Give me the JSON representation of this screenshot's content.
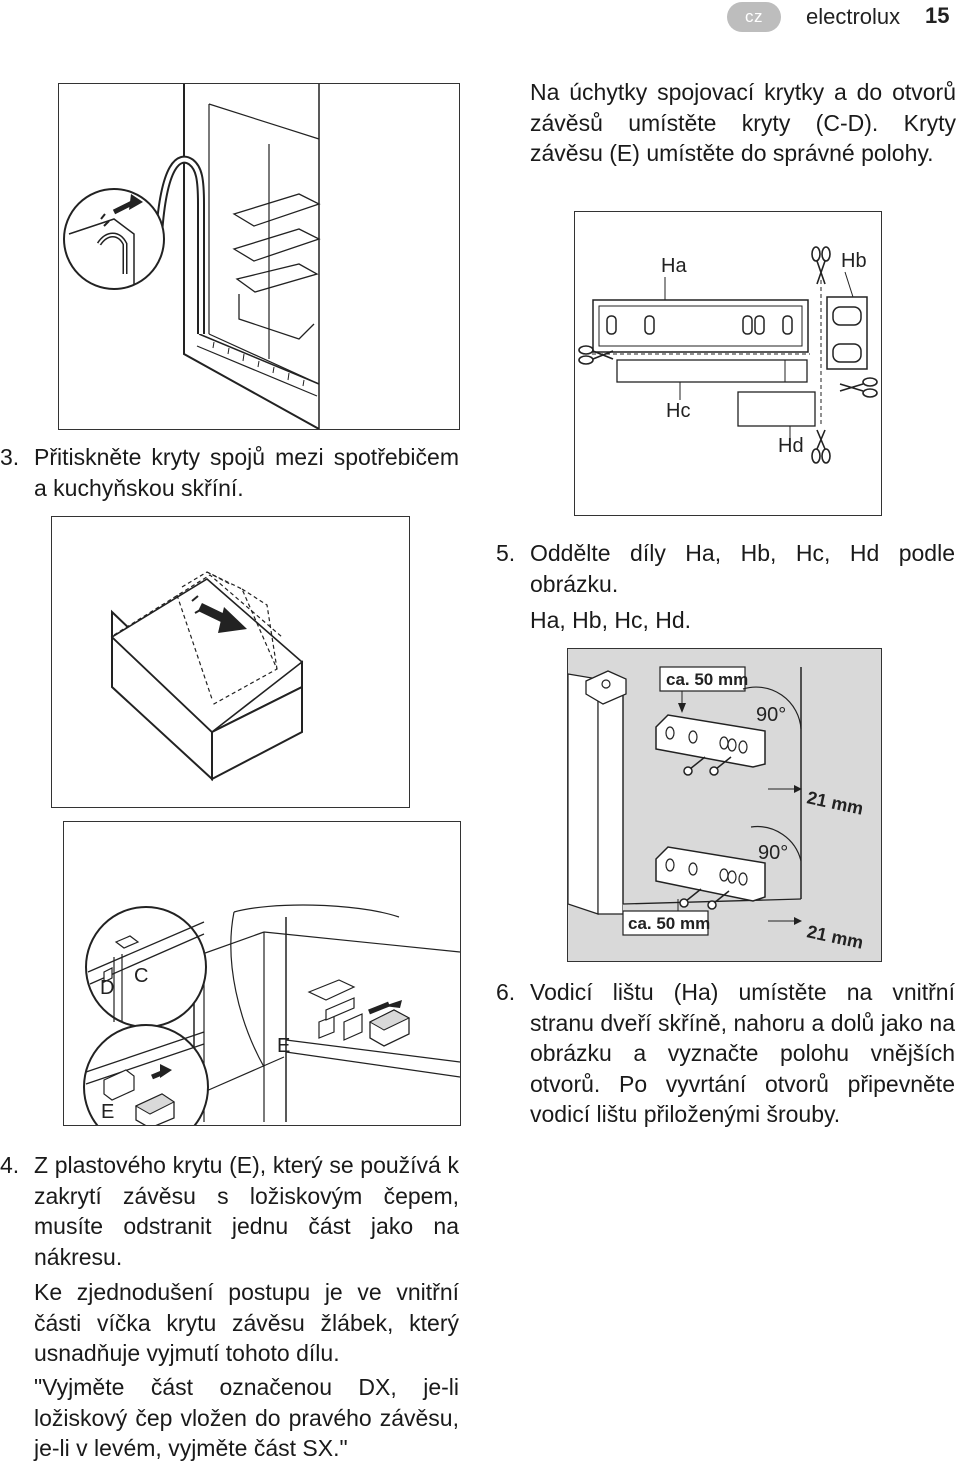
{
  "header": {
    "lang_badge": "cz",
    "brand": "electrolux",
    "page_number": "15"
  },
  "right_column": {
    "intro_text": "Na úchytky spojovací krytky a do otvorů závěsů umístěte kryty (C-D). Kryty závěsu (E) umístěte do správné polohy.",
    "step5": {
      "number": "5.",
      "text": "Oddělte díly Ha, Hb, Hc, Hd podle obrázku.",
      "subtext": "Ha, Hb, Hc, Hd."
    },
    "step6": {
      "number": "6.",
      "text": "Vodicí lištu (Ha) umístěte na vnitřní stranu dveří skříně, nahoru a dolů jako na obrázku a vyznačte polohu vnějších otvorů. Po vyvrtání otvorů připevněte vodicí lištu přiloženými šrouby."
    }
  },
  "left_column": {
    "step3": {
      "number": "3.",
      "text": "Přitiskněte kryty spojů mezi spotřebičem a kuchyňskou skříní."
    },
    "step4": {
      "number": "4.",
      "text": "Z plastového krytu (E), který se používá k zakrytí závěsu s ložiskovým čepem, musíte odstranit jednu část jako na nákresu."
    },
    "para_simplify": "Ke zjednodušení postupu je ve vnitřní části víčka krytu závěsu žlábek, který usnadňuje vyjmutí tohoto dílu.",
    "para_quote": "\"Vyjměte část označenou DX, je-li ložiskový čep vložen do pravého závěsu, je-li v levém, vyjměte část SX.\""
  },
  "figures": {
    "parts_labels": {
      "ha": "Ha",
      "hb": "Hb",
      "hc": "Hc",
      "hd": "Hd"
    },
    "mount_labels": {
      "dist_top": "ca. 50 mm",
      "dist_bottom": "ca. 50 mm",
      "angle_top": "90°",
      "angle_bottom": "90°",
      "offset_top": "21 mm",
      "offset_bottom": "21 mm"
    },
    "hinge_labels": {
      "c": "C",
      "d": "D",
      "e_left": "E",
      "e_right": "E"
    }
  },
  "colors": {
    "text": "#1a1a1a",
    "badge_bg": "#bdbdbd",
    "figure_bg_gray": "#d9d9d9"
  }
}
